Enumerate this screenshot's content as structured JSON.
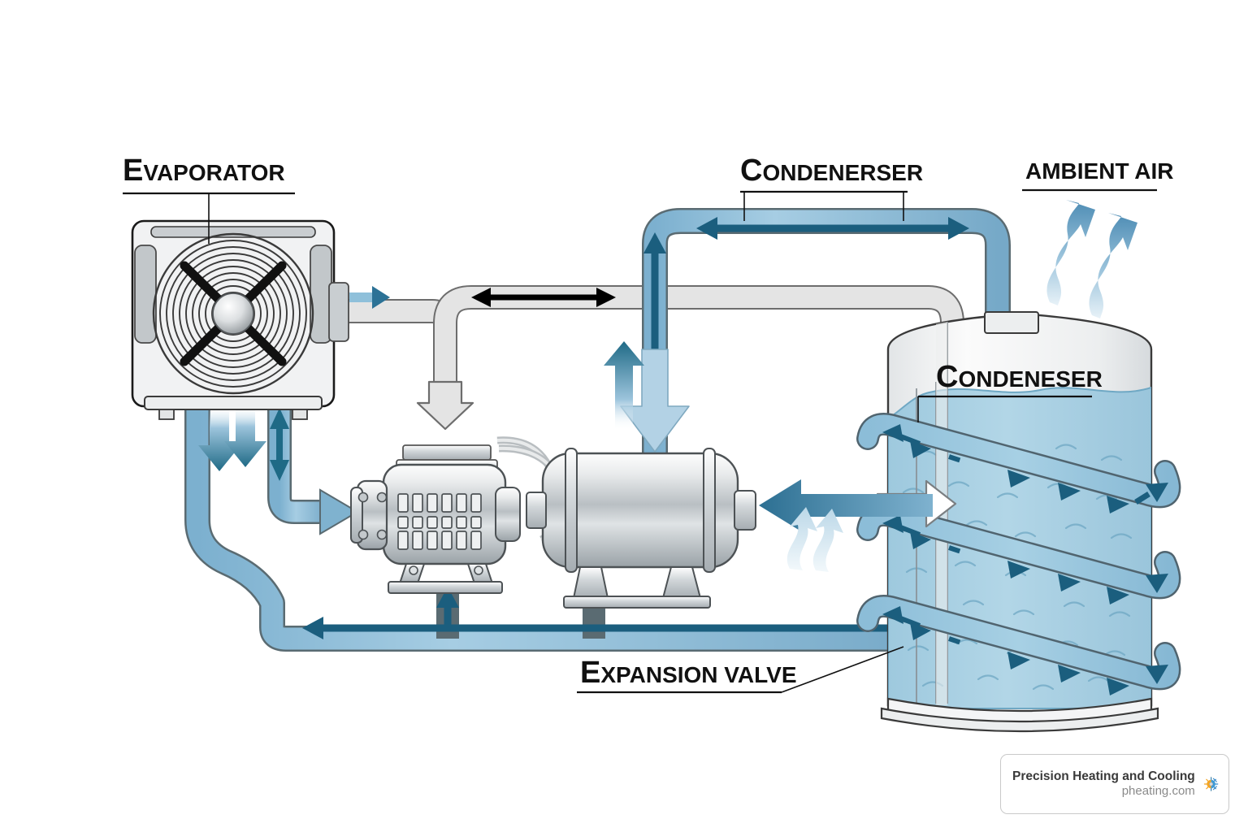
{
  "diagram": {
    "title_labels": [
      {
        "id": "evaporator",
        "text": "Evaporator",
        "style": "smallcaps"
      },
      {
        "id": "condenser_coil",
        "text": "Condenerser",
        "style": "smallcaps"
      },
      {
        "id": "ambient_air",
        "text": "Ambient Air",
        "style": "allcaps"
      },
      {
        "id": "condenser_tank",
        "text": "Condeneser",
        "style": "smallcaps"
      },
      {
        "id": "expansion_valve",
        "text": "Expansion valve",
        "style": "smallcaps"
      }
    ],
    "components": [
      {
        "id": "evaporator-unit",
        "name": "Evaporator fan unit"
      },
      {
        "id": "compressor-unit",
        "name": "Compressor"
      },
      {
        "id": "receiver-tank",
        "name": "Horizontal receiver tank"
      },
      {
        "id": "condenser-tank",
        "name": "Water filled condenser tank"
      }
    ],
    "flow_arrows": [
      {
        "id": "condenser-top-arrow",
        "direction": "double-horizontal",
        "color": "#1b5e7e"
      },
      {
        "id": "gray-duct-arrow",
        "direction": "double-horizontal",
        "color": "#000000"
      },
      {
        "id": "bottom-line-arrow",
        "direction": "double-horizontal",
        "color": "#1b5e7e"
      },
      {
        "id": "riser-arrow",
        "direction": "up",
        "color": "#1b5e7e"
      },
      {
        "id": "downcomer-arrow",
        "direction": "down",
        "color": "#aacbe0"
      },
      {
        "id": "tank-outlet-arrow",
        "direction": "left",
        "color": "#3d7fa6"
      },
      {
        "id": "tank-inlet-arrow",
        "direction": "right",
        "color": "#ffffff"
      },
      {
        "id": "evap-down-arrows",
        "direction": "down",
        "color": "#1f6a86"
      },
      {
        "id": "evap-updown-arrow",
        "direction": "double-vertical",
        "color": "#1f6a86"
      },
      {
        "id": "ambient-air-arrows",
        "direction": "up-wavy",
        "color": "#5f9ec4"
      },
      {
        "id": "tank-vapor-arrows",
        "direction": "up-wavy",
        "color": "#cfe2ee"
      }
    ],
    "colors": {
      "pipe_fill": "#8fbcd6",
      "pipe_stroke": "#5a6b72",
      "duct_fill": "#e3e3e3",
      "duct_stroke": "#6d6d6d",
      "metal_light": "#f2f2f2",
      "metal_mid": "#bfc4c7",
      "metal_dark": "#8d9499",
      "water_fill": "#a9cfe3",
      "water_dark": "#1b5e7e",
      "arrow_dark": "#1b5e7e",
      "label_text": "#111111",
      "background": "#ffffff"
    }
  },
  "logo": {
    "company": "Precision Heating and Cooling",
    "website": "pheating.com",
    "icon": "sun-snowflake-icon"
  }
}
